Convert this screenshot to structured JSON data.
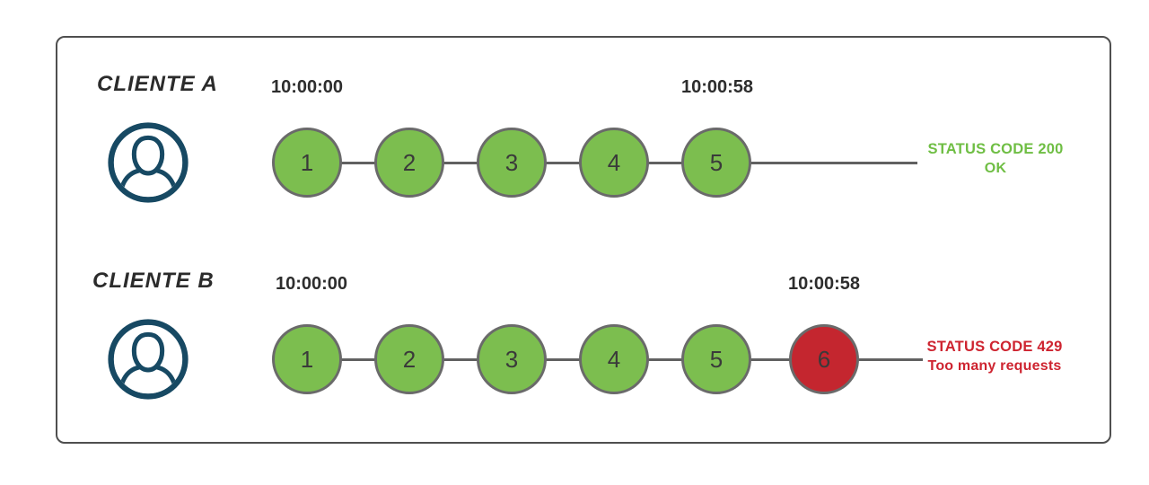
{
  "diagram": {
    "colors": {
      "request_ok": "#7cbe4f",
      "request_blocked": "#c4262f",
      "circle_border": "#6a6a6a",
      "timeline": "#616161",
      "user_icon": "#174963",
      "timestamp_text": "#2d2d2d",
      "frame_border": "#4f4f4f",
      "status_ok_text": "#6fbe44",
      "status_error_text": "#ce2430"
    },
    "rows": [
      {
        "client_label": "CLIENTE A",
        "start_time": "10:00:00",
        "end_time": "10:00:58",
        "requests": [
          {
            "n": "1",
            "state": "ok"
          },
          {
            "n": "2",
            "state": "ok"
          },
          {
            "n": "3",
            "state": "ok"
          },
          {
            "n": "4",
            "state": "ok"
          },
          {
            "n": "5",
            "state": "ok"
          }
        ],
        "status_line1": "STATUS CODE 200",
        "status_line2": "OK"
      },
      {
        "client_label": "CLIENTE B",
        "start_time": "10:00:00",
        "end_time": "10:00:58",
        "requests": [
          {
            "n": "1",
            "state": "ok"
          },
          {
            "n": "2",
            "state": "ok"
          },
          {
            "n": "3",
            "state": "ok"
          },
          {
            "n": "4",
            "state": "ok"
          },
          {
            "n": "5",
            "state": "ok"
          },
          {
            "n": "6",
            "state": "blocked"
          }
        ],
        "status_line1": "STATUS CODE 429",
        "status_line2": "Too many requests"
      }
    ]
  }
}
